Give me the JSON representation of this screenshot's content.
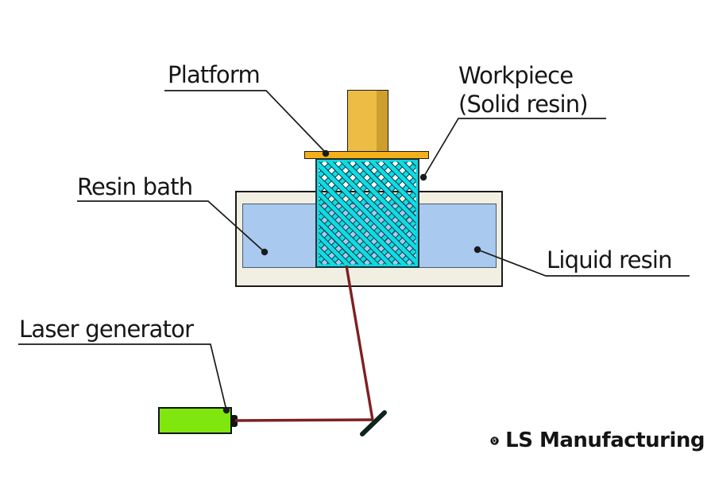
{
  "diagram": {
    "subject": "SLA 3D printing process schematic",
    "labels": {
      "platform": "Platform",
      "workpiece_line1": "Workpiece",
      "workpiece_line2": "(Solid resin)",
      "resin_bath": "Resin bath",
      "liquid_resin": "Liquid resin",
      "laser_generator": "Laser generator"
    },
    "colors": {
      "platform_yellow": "#f4b01a",
      "column_yellow": "#ecbc45",
      "lattice_cyan": "#10dbe4",
      "lattice_edge_dark": "#07464e",
      "liquid_blue": "#a9c9ee",
      "bath_cream": "#f1efe2",
      "laser_green": "#80e70e",
      "beam_dark_red": "#7e2022",
      "line_black": "#1a1a1a"
    }
  },
  "branding": {
    "logo_icon": "ls-monogram-icon",
    "name": "LS Manufacturing"
  }
}
